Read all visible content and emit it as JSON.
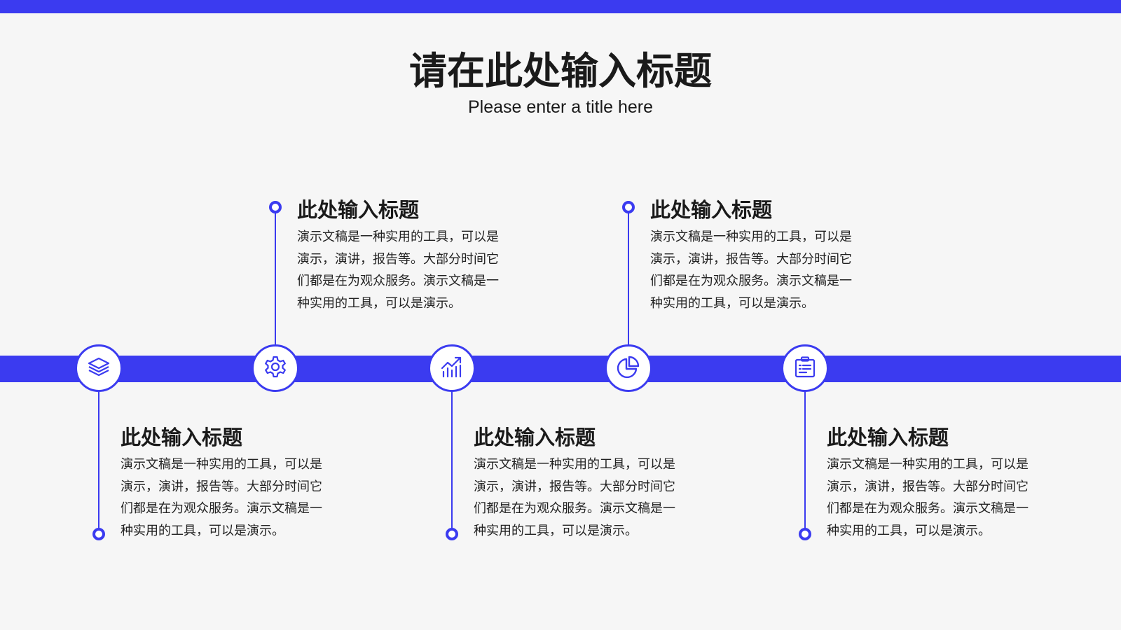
{
  "header": {
    "title": "请在此处输入标题",
    "subtitle": "Please enter a title here"
  },
  "colors": {
    "accent": "#3b3bf0",
    "background": "#f6f6f6",
    "text": "#1a1a1a"
  },
  "steps": [
    {
      "icon": "layers-icon",
      "title": "此处输入标题",
      "lines": [
        "演示文稿是一种实用的工具，可以是",
        "演示，演讲，报告等。大部分时间它",
        "们都是在为观众服务。演示文稿是一",
        "种实用的工具，可以是演示。"
      ]
    },
    {
      "icon": "gear-icon",
      "title": "此处输入标题",
      "lines": [
        "演示文稿是一种实用的工具，可以是",
        "演示，演讲，报告等。大部分时间它",
        "们都是在为观众服务。演示文稿是一",
        "种实用的工具，可以是演示。"
      ]
    },
    {
      "icon": "growth-chart-icon",
      "title": "此处输入标题",
      "lines": [
        "演示文稿是一种实用的工具，可以是",
        "演示，演讲，报告等。大部分时间它",
        "们都是在为观众服务。演示文稿是一",
        "种实用的工具，可以是演示。"
      ]
    },
    {
      "icon": "pie-chart-icon",
      "title": "此处输入标题",
      "lines": [
        "演示文稿是一种实用的工具，可以是",
        "演示，演讲，报告等。大部分时间它",
        "们都是在为观众服务。演示文稿是一",
        "种实用的工具，可以是演示。"
      ]
    },
    {
      "icon": "clipboard-list-icon",
      "title": "此处输入标题",
      "lines": [
        "演示文稿是一种实用的工具，可以是",
        "演示，演讲，报告等。大部分时间它",
        "们都是在为观众服务。演示文稿是一",
        "种实用的工具，可以是演示。"
      ]
    }
  ]
}
